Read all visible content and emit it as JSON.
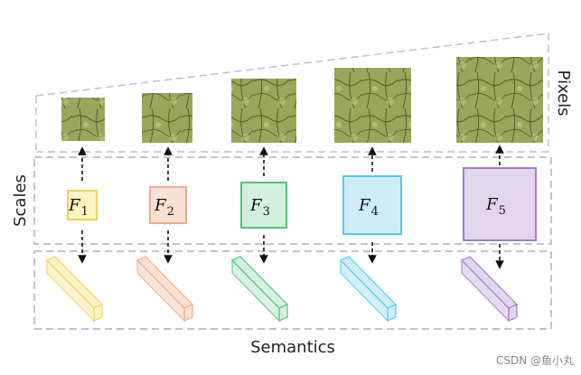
{
  "labels": {
    "pixels": "Pixels",
    "scales": "Scales",
    "semantics": "Semantics"
  },
  "features": [
    {
      "letter": "F",
      "sub": "1",
      "fill": "#fdf3c4",
      "stroke": "#f2cf55"
    },
    {
      "letter": "F",
      "sub": "2",
      "fill": "#fbe1d4",
      "stroke": "#f0a98a"
    },
    {
      "letter": "F",
      "sub": "3",
      "fill": "#d3f0dc",
      "stroke": "#55c27a"
    },
    {
      "letter": "F",
      "sub": "4",
      "fill": "#cdeef9",
      "stroke": "#55c9ec"
    },
    {
      "letter": "F",
      "sub": "5",
      "fill": "#e2d6ee",
      "stroke": "#a37dc7"
    }
  ],
  "colors": {
    "dashed_frame": "#b8b8b8",
    "arrow": "#111111",
    "leaf_base": "#8c9a4e",
    "leaf_vein": "#4f5a24"
  },
  "watermark": "CSDN @鱼小丸"
}
